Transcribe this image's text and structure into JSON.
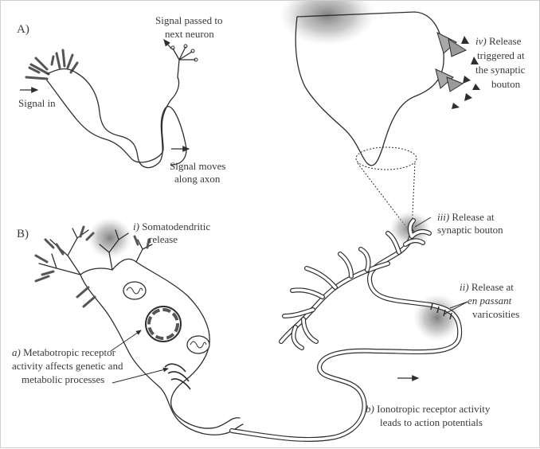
{
  "panels": {
    "a": "A)",
    "b": "B)"
  },
  "labels": {
    "signal_in": "Signal in",
    "signal_passed_1": "Signal passed to",
    "signal_passed_2": "next neuron",
    "signal_moves_1": "Signal moves",
    "signal_moves_2": "along axon",
    "iv_num": "iv)",
    "iv_1": " Release",
    "iv_2": "triggered at",
    "iv_3": "the synaptic",
    "iv_4": "bouton",
    "i_num": "i)",
    "i_1": " Somatodendritic",
    "i_2": "release",
    "iii_num": "iii)",
    "iii_1": " Release at",
    "iii_2": "synaptic bouton",
    "ii_num": "ii)",
    "ii_1": " Release at",
    "ii_2": "en passant",
    "ii_3": "varicosities",
    "a_num": "a)",
    "a_1": " Metabotropic receptor",
    "a_2": "activity affects genetic and",
    "a_3": "metabolic processes",
    "b_num": "b)",
    "b_1": " Ionotropic receptor activity",
    "b_2": "leads to action potentials"
  },
  "colors": {
    "line": "#2e2e2e",
    "text": "#3a3a3a",
    "glow": "#808080",
    "vesicle": "#a0a0a0"
  }
}
